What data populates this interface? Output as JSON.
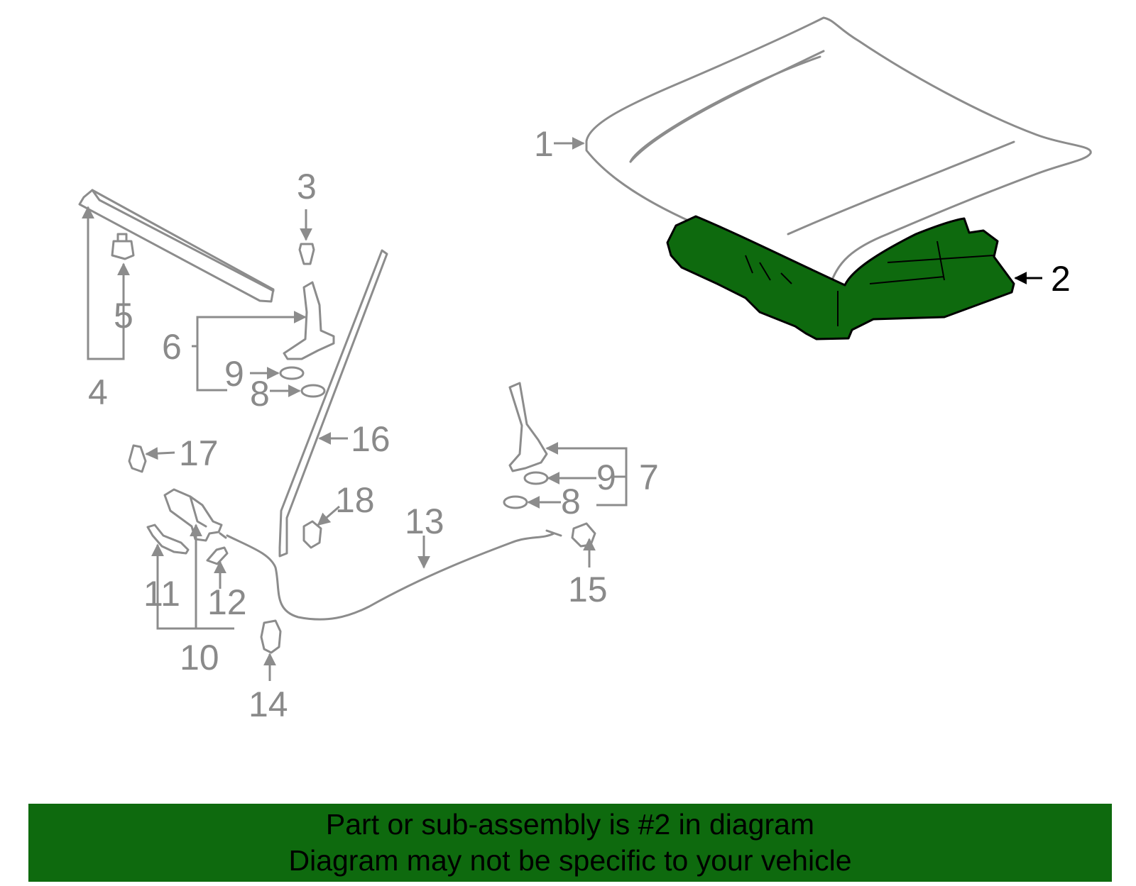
{
  "callouts": {
    "c1": "1",
    "c2": "2",
    "c3": "3",
    "c4": "4",
    "c5": "5",
    "c6": "6",
    "c7": "7",
    "c8a": "8",
    "c8b": "8",
    "c9a": "9",
    "c9b": "9",
    "c10": "10",
    "c11": "11",
    "c12": "12",
    "c13": "13",
    "c14": "14",
    "c15": "15",
    "c16": "16",
    "c17": "17",
    "c18": "18"
  },
  "highlight": {
    "part_number": "2",
    "color": "#0e6a0e"
  },
  "banner": {
    "line1": "Part or sub-assembly is #2 in diagram",
    "line2": "Diagram may not be specific to your vehicle"
  }
}
